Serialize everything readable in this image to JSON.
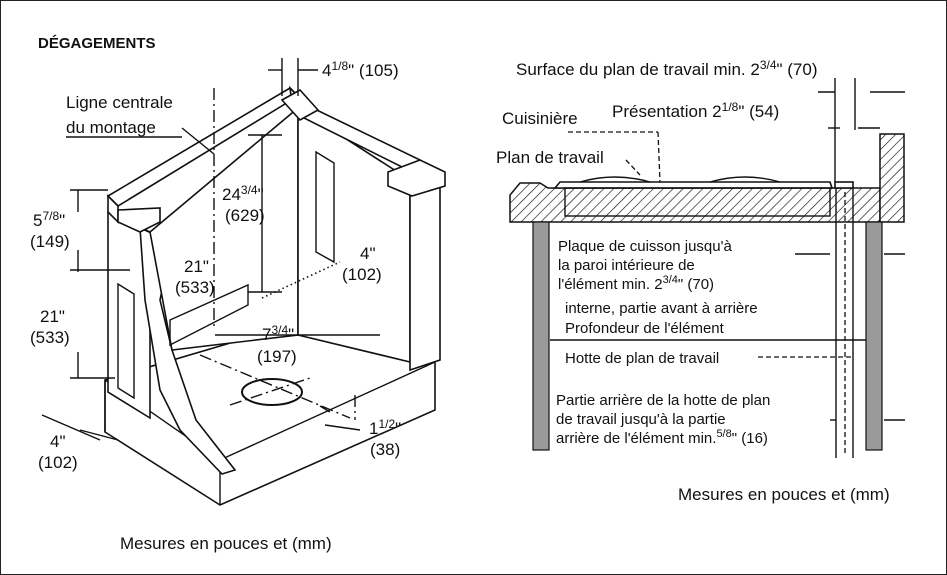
{
  "title": "DÉGAGEMENTS",
  "left": {
    "centerline_1": "Ligne centrale",
    "centerline_2": "du montage",
    "d_top_offset": "4",
    "d_top_offset_frac": "1/8",
    "d_top_offset_rest": "\" (105)",
    "d_height_main": "24",
    "d_height_main_frac": "3/4",
    "d_height_main_unit": "\"",
    "d_height_main_mm": "(629)",
    "d_side_top_main": "5",
    "d_side_top_frac": "7/8",
    "d_side_top_unit": "\"",
    "d_side_top_mm": "(149)",
    "d_side_21": "21\"",
    "d_side_21_mm": "(533)",
    "d_inner_21": "21\"",
    "d_inner_21_mm": "(533)",
    "d_4_right": "4\"",
    "d_4_right_mm": "(102)",
    "d_7": "7",
    "d_7_frac": "3/4",
    "d_7_unit": "\"",
    "d_7_mm": "(197)",
    "d_1": "1",
    "d_1_frac": "1/2",
    "d_1_unit": "\"",
    "d_1_mm": "(38)",
    "d_4_left": "4\"",
    "d_4_left_mm": "(102)",
    "units": "Mesures en pouces et (mm)"
  },
  "right": {
    "surface_main": "Surface du plan de travail min. 2",
    "surface_frac": "3/4",
    "surface_rest": "\" (70)",
    "cuisiniere": "Cuisinière",
    "presentation_main": "Présentation 2",
    "presentation_frac": "1/8",
    "presentation_rest": "\" (54)",
    "plan_de_travail": "Plan de travail",
    "plaque_1": "Plaque de cuisson jusqu'à",
    "plaque_2": "la paroi intérieure de",
    "plaque_3_main": "l'élément min. 2",
    "plaque_3_frac": "3/4",
    "plaque_3_rest": "\" (70)",
    "interne": "interne, partie avant à arrière",
    "profondeur": "Profondeur de l'élément",
    "hotte": "Hotte de plan de travail",
    "arriere_1": "Partie arrière de la hotte de plan",
    "arriere_2": "de travail jusqu'à la partie",
    "arriere_3_main": "arrière de l'élément min.",
    "arriere_3_frac": "5/8",
    "arriere_3_rest": "\" (16)",
    "units": "Mesures en pouces et (mm)"
  },
  "colors": {
    "line": "#111111",
    "wall_gray": "#9a9a9a",
    "background": "#ffffff"
  }
}
